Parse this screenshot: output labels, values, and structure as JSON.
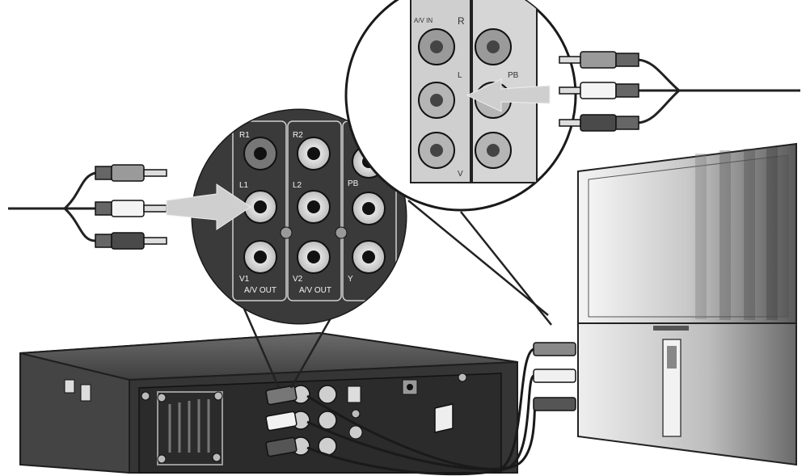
{
  "player_panel": {
    "col1_top": "R1",
    "col1_mid": "L1",
    "col1_bot": "V1",
    "col1_out": "A/V OUT",
    "col2_top": "R2",
    "col2_mid": "L2",
    "col2_bot": "V2",
    "col2_out": "A/V OUT",
    "col3_mid": "PB",
    "col3_bot": "Y"
  },
  "tv_panel": {
    "header": "A/V IN",
    "right": "R",
    "left": "L",
    "video": "V",
    "pb": "PB"
  },
  "colors": {
    "outline": "#222222",
    "panel_dark": "#3a3a3a",
    "device_body": "#4a4a4a",
    "arrow": "#c8c8c8",
    "tv_panel": "#cfcfcf"
  },
  "icons": [
    "rca-plug-icon",
    "rca-jack-icon",
    "arrow-icon",
    "screw-icon",
    "power-switch-icon"
  ]
}
